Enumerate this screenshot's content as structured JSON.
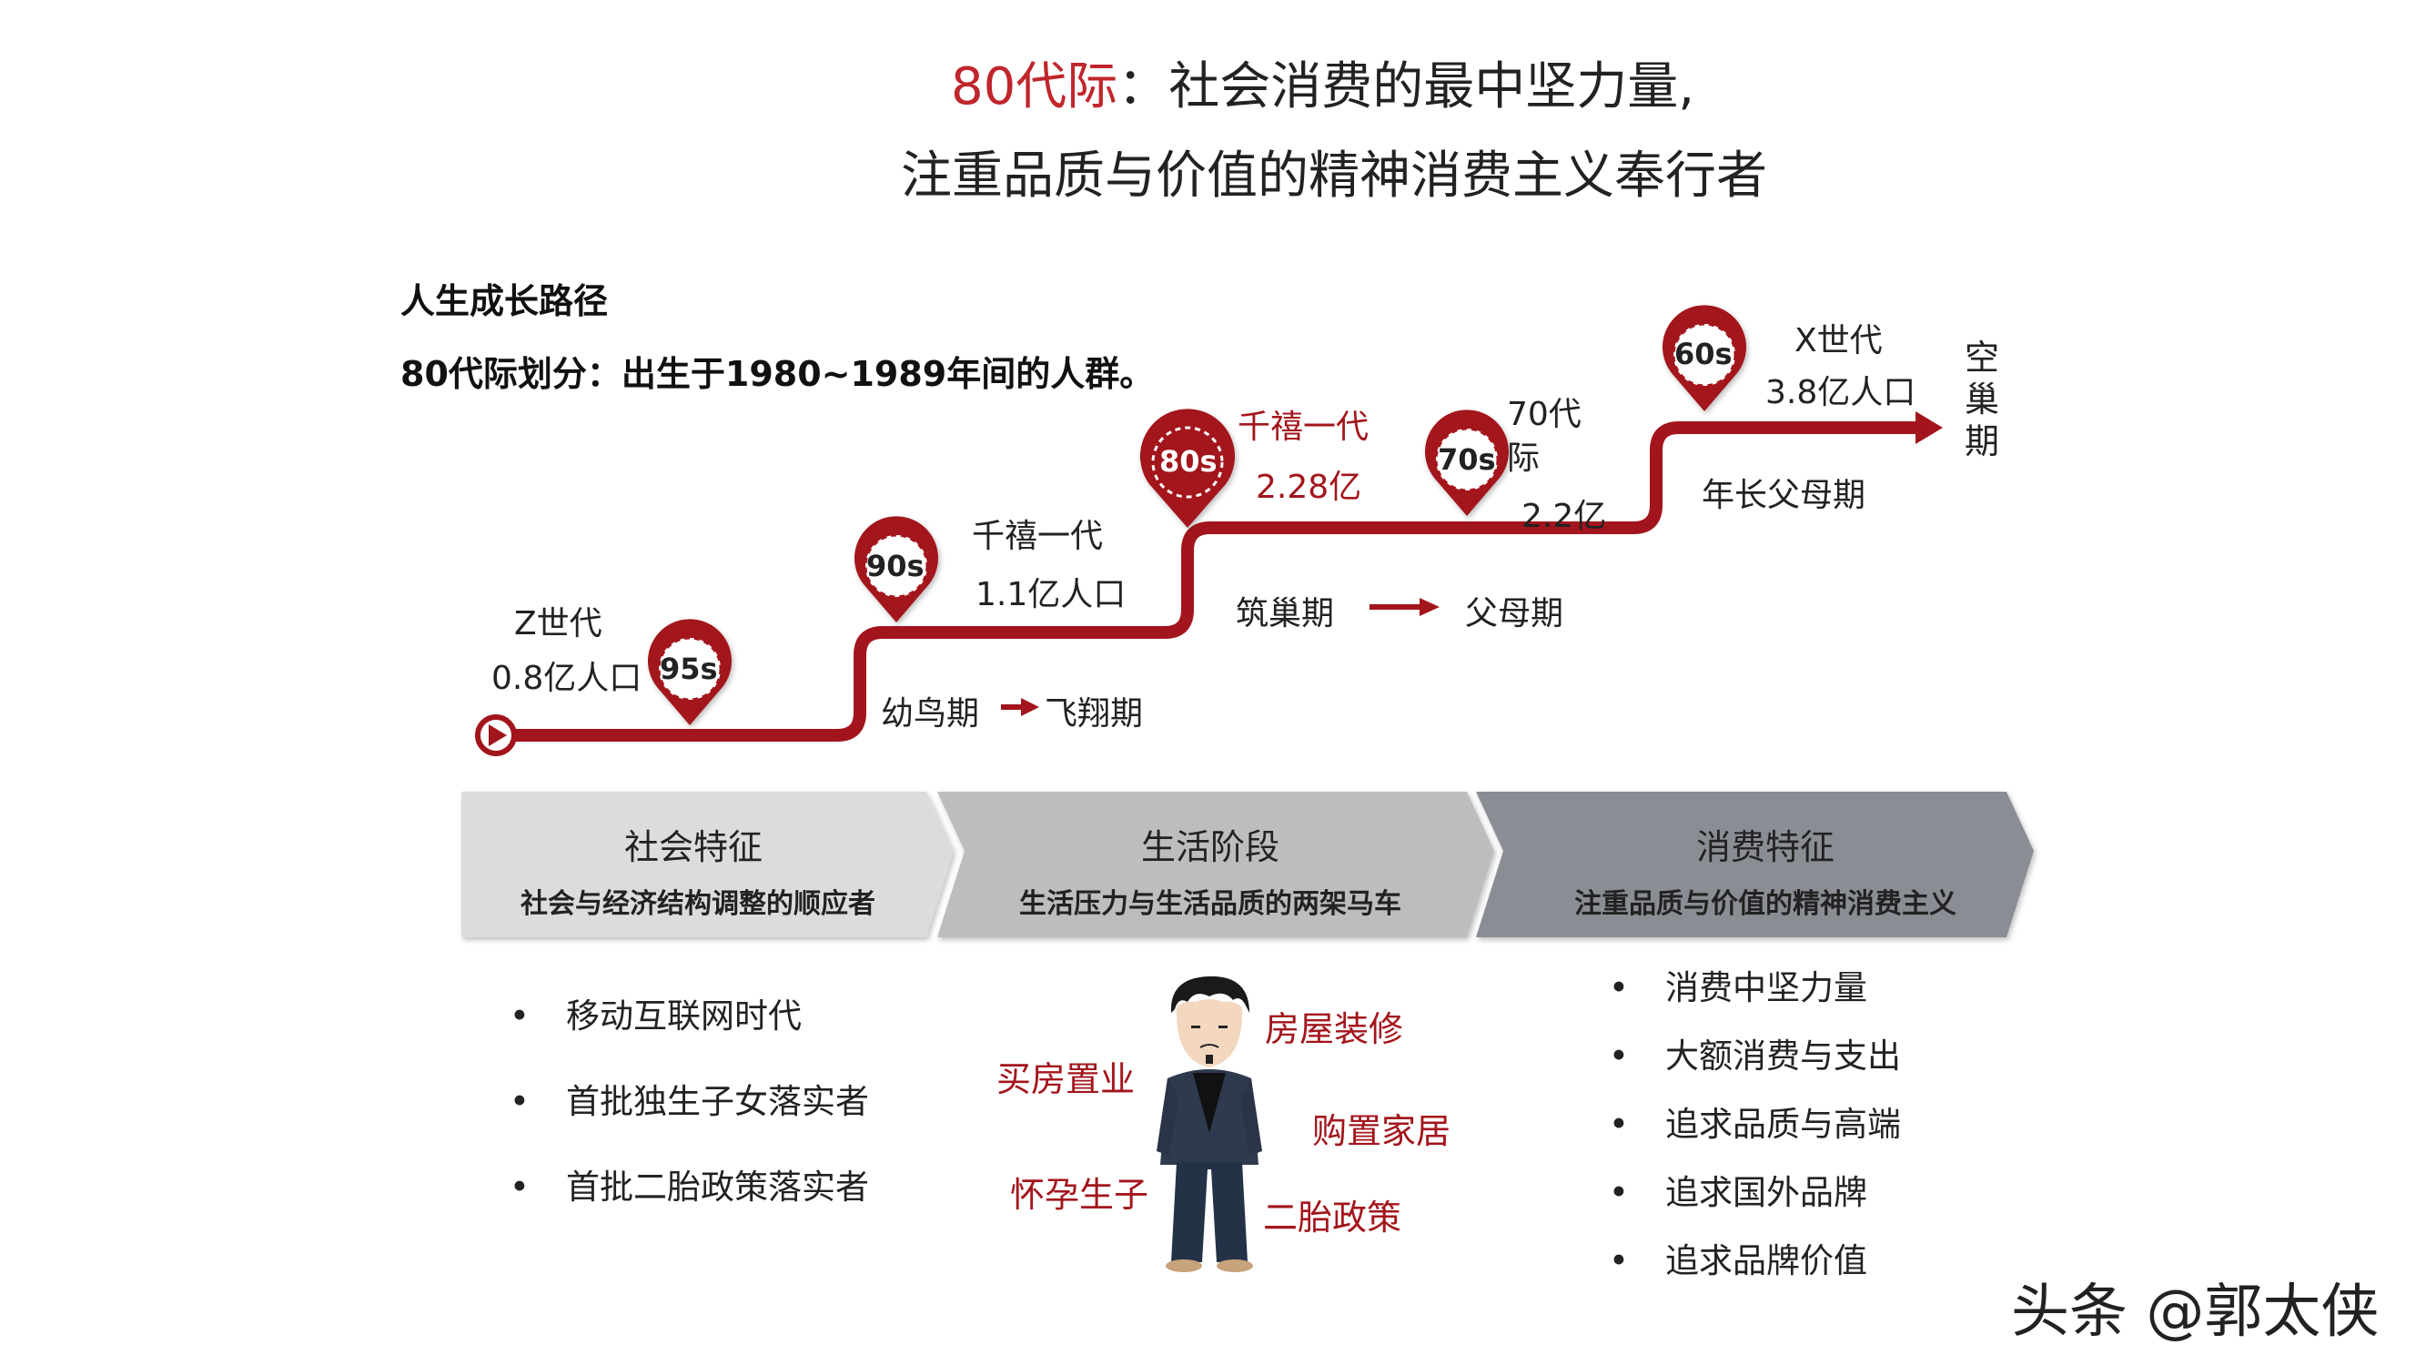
{
  "title": {
    "highlight": "80代际",
    "line1_rest": "：社会消费的最中坚力量,",
    "line2": "注重品质与价值的精神消费主义奉行者"
  },
  "intro": {
    "heading": "人生成长路径",
    "definition": "80代际划分：出生于1980~1989年间的人群。"
  },
  "timeline": {
    "markers": [
      "95s",
      "90s",
      "80s",
      "70s",
      "60s"
    ],
    "gen_z": {
      "name": "Z世代",
      "population": "0.8亿人口"
    },
    "gen_90": {
      "name": "千禧一代",
      "population": "1.1亿人口"
    },
    "gen_80": {
      "name": "千禧一代",
      "population": "2.28亿"
    },
    "gen_70": {
      "name_line1": "70代",
      "name_line2": "际",
      "population": "2.2亿"
    },
    "gen_60": {
      "name": "X世代",
      "population": "3.8亿人口"
    },
    "phases": {
      "young_from": "幼鸟期",
      "young_to": "飞翔期",
      "nest_from": "筑巢期",
      "nest_to": "父母期",
      "elder": "年长父母期",
      "empty_nest": "空巢期"
    }
  },
  "stages": [
    {
      "title": "社会特征",
      "subtitle": "社会与经济结构调整的顺应者",
      "color": "#dcdcdc"
    },
    {
      "title": "生活阶段",
      "subtitle": "生活压力与生活品质的两架马车",
      "color": "#bdbdbd"
    },
    {
      "title": "消费特征",
      "subtitle": "注重品质与价值的精神消费主义",
      "color": "#8b8d95"
    }
  ],
  "social_features": [
    "移动互联网时代",
    "首批独生子女落实者",
    "首批二胎政策落实者"
  ],
  "life_needs": {
    "left": [
      "买房置业",
      "怀孕生子"
    ],
    "right": [
      "房屋装修",
      "购置家居",
      "二胎政策"
    ]
  },
  "consumption_features": [
    "消费中坚力量",
    "大额消费与支出",
    "追求品质与高端",
    "追求国外品牌",
    "追求品牌价值"
  ],
  "bullet_symbol": "•",
  "watermark": "头条 @郭太侠",
  "colors": {
    "accent": "#a3151c",
    "title_red": "#c0262c"
  }
}
